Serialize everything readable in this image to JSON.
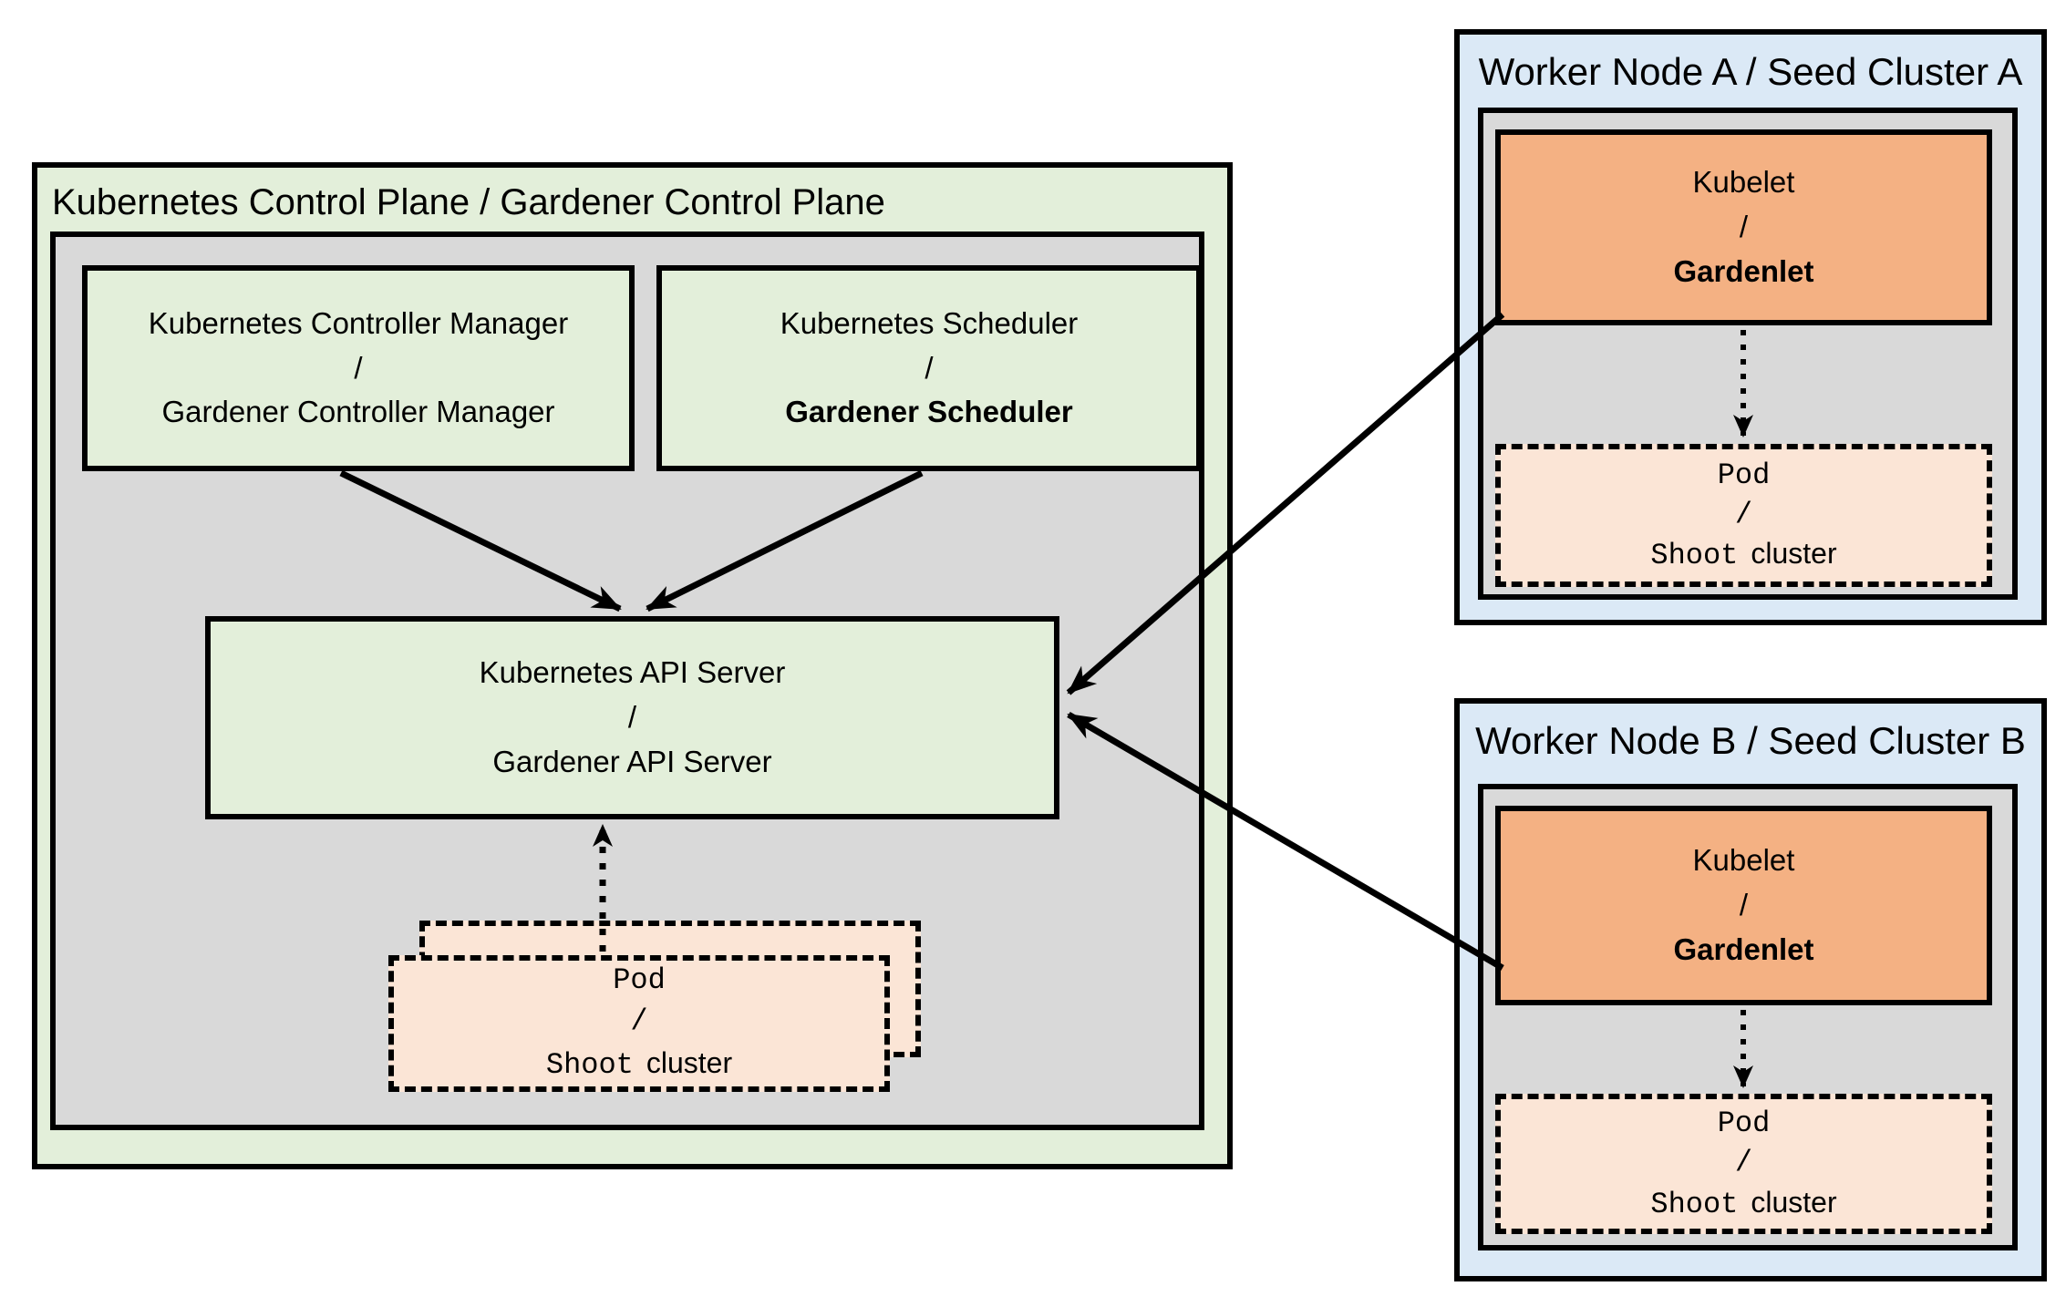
{
  "colors": {
    "control_plane_bg": "#e3efda",
    "inner_panel_bg": "#d9d9d9",
    "worker_node_bg": "#dbe9f6",
    "kubelet_bg": "#f4b183",
    "pod_bg": "#fbe5d6",
    "line_color": "#000000"
  },
  "control_plane": {
    "title": "Kubernetes Control Plane / Gardener Control Plane",
    "controller_manager": {
      "line1": "Kubernetes Controller Manager",
      "separator": "/",
      "line2": "Gardener Controller Manager"
    },
    "scheduler": {
      "line1": "Kubernetes Scheduler",
      "separator": "/",
      "line2": "Gardener Scheduler"
    },
    "api_server": {
      "line1": "Kubernetes API Server",
      "separator": "/",
      "line2": "Gardener API Server"
    },
    "pod": {
      "line1": "Pod",
      "separator": "/",
      "line2_code": "Shoot",
      "line2_plain": "cluster"
    }
  },
  "worker_node_a": {
    "title": "Worker Node A / Seed Cluster A",
    "kubelet": {
      "line1": "Kubelet",
      "separator": "/",
      "line2": "Gardenlet"
    },
    "pod": {
      "line1": "Pod",
      "separator": "/",
      "line2_code": "Shoot",
      "line2_plain": "cluster"
    }
  },
  "worker_node_b": {
    "title": "Worker Node B / Seed Cluster B",
    "kubelet": {
      "line1": "Kubelet",
      "separator": "/",
      "line2": "Gardenlet"
    },
    "pod": {
      "line1": "Pod",
      "separator": "/",
      "line2_code": "Shoot",
      "line2_plain": "cluster"
    }
  }
}
